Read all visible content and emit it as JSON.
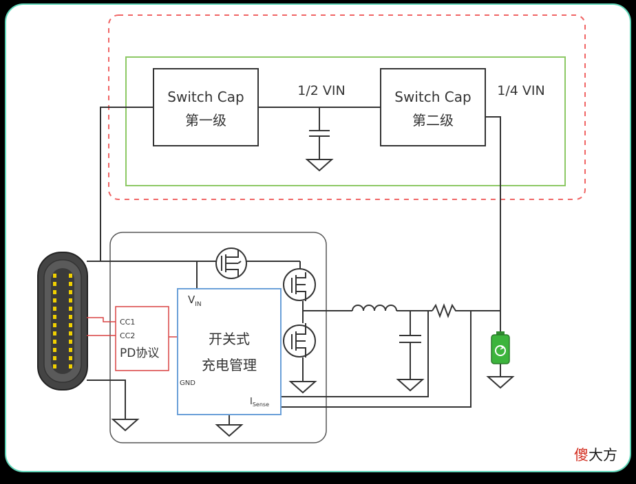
{
  "blocks": {
    "switch_cap_1": {
      "line1": "Switch Cap",
      "line2": "第一级"
    },
    "switch_cap_2": {
      "line1": "Switch Cap",
      "line2": "第二级"
    },
    "charger": {
      "line1": "开关式",
      "line2": "充电管理",
      "vin_main": "V",
      "vin_sub": "IN",
      "gnd": "GND",
      "isense_main": "I",
      "isense_sub": "Sense"
    },
    "pd": {
      "cc1": "CC1",
      "cc2": "CC2",
      "label": "PD协议"
    }
  },
  "labels": {
    "half_vin": "1/2 VIN",
    "quarter_vin": "1/4 VIN"
  },
  "watermark": {
    "first": "傻",
    "rest": "大方"
  },
  "colors": {
    "frame_border": "#5fd6b8",
    "dashed_border": "#f06464",
    "green_border": "#8cc864",
    "charger_border": "#6a9fd8",
    "pd_border": "#d84040",
    "connector_pins": "#f0d000",
    "battery": "#3cb43c"
  }
}
